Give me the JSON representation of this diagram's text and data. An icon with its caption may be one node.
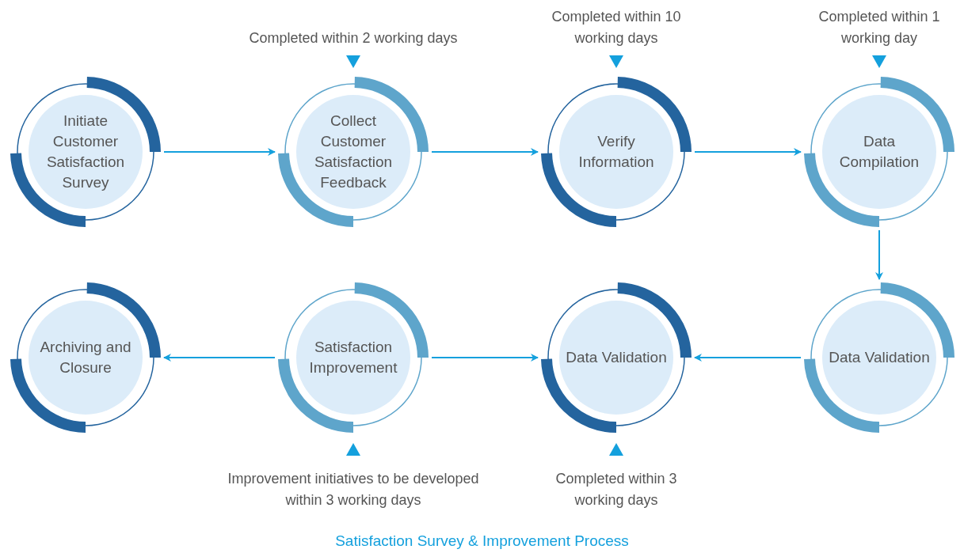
{
  "diagram": {
    "caption": "Satisfaction Survey & Improvement Process",
    "nodes": [
      {
        "text": [
          "Initiate Customer Satisfaction Survey"
        ]
      },
      {
        "text": [
          "Collect Customer Satisfaction Feedback"
        ],
        "beside": [
          "Completed within 2 working days"
        ]
      },
      {
        "text": [
          "Verify Information"
        ],
        "beside": [
          "Completed within 10 working days"
        ]
      },
      {
        "text": [
          "Data Compilation"
        ],
        "beside": [
          "Completed within 1 working day"
        ]
      },
      {
        "text": [
          "Archiving and Closure"
        ]
      },
      {
        "text": [
          "Satisfaction Improvement"
        ],
        "beside": [
          "Improvement initiatives to be developed within 3 working days"
        ]
      },
      {
        "text": [
          "Data Validation"
        ],
        "beside": [
          "Completed within 3 working days"
        ]
      },
      {
        "text": [
          "Data Validation"
        ]
      }
    ],
    "edges": [
      {
        "from": 0,
        "to": 1,
        "arrow": "to"
      },
      {
        "from": 1,
        "to": 2,
        "arrow": "to"
      },
      {
        "from": 2,
        "to": 3,
        "arrow": "to"
      },
      {
        "from": 3,
        "to": 7,
        "arrow": "to"
      },
      {
        "from": 7,
        "to": 6,
        "arrow": "to"
      },
      {
        "from": 5,
        "to": 6,
        "arrow": "to"
      },
      {
        "from": 5,
        "to": 4,
        "arrow": "to"
      }
    ]
  }
}
